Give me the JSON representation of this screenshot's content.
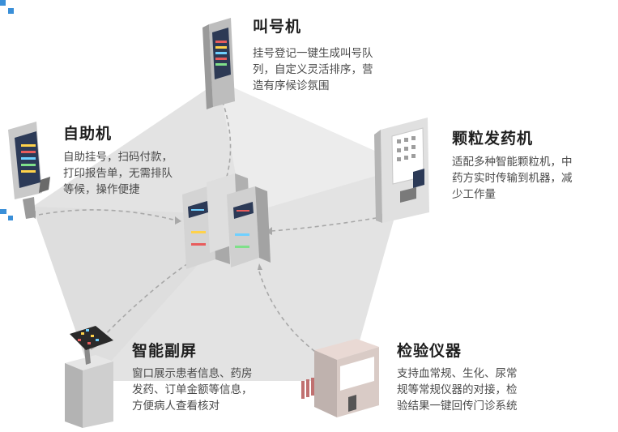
{
  "accent_color": "#3a8fd8",
  "nodes": {
    "queue": {
      "title": "叫号机",
      "desc": "挂号登记一键生成叫号队\n列，自定义灵活排序，营\n造有序候诊氛围",
      "icon": "queue-kiosk"
    },
    "self_service": {
      "title": "自助机",
      "desc": "自助挂号，扫码付款，\n打印报告单，无需排队\n等候，操作便捷",
      "icon": "self-service-kiosk"
    },
    "granule": {
      "title": "颗粒发药机",
      "desc": "适配多种智能颗粒机，中\n药方实时传输到机器，减\n少工作量",
      "icon": "granule-dispenser"
    },
    "screen": {
      "title": "智能副屏",
      "desc": "窗口展示患者信息、药房\n发药、订单金额等信息，\n方便病人查看核对",
      "icon": "tablet-stand"
    },
    "lab": {
      "title": "检验仪器",
      "desc": "支持血常规、生化、尿常\n规等常规仪器的对接，检\n验结果一键回传门诊系统",
      "icon": "lab-analyzer"
    }
  },
  "center_icon": "server-cluster"
}
